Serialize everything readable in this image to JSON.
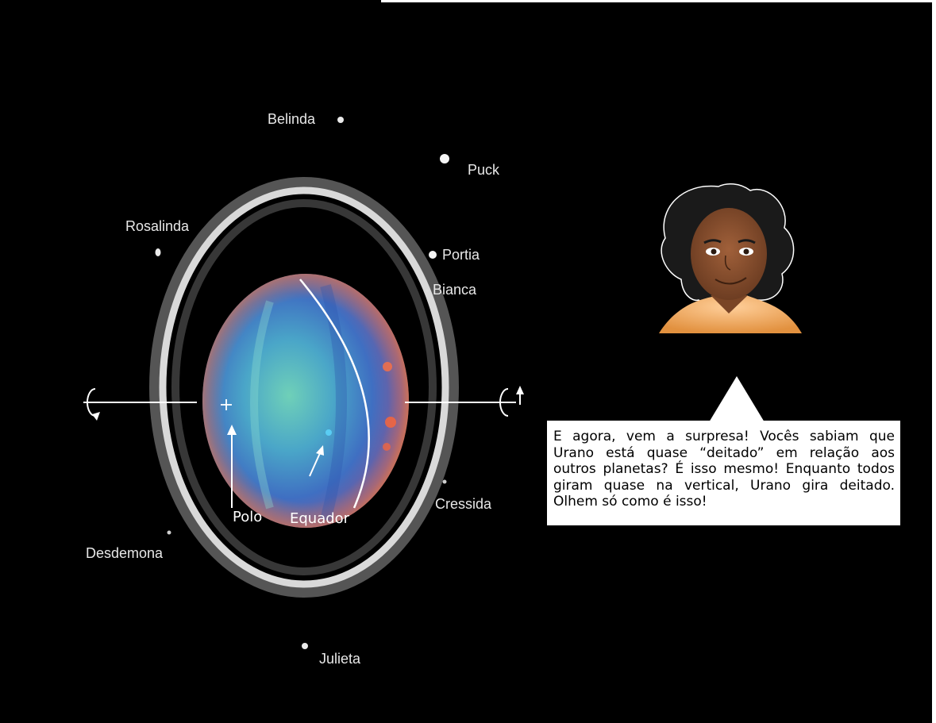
{
  "moons": [
    {
      "name": "Belinda"
    },
    {
      "name": "Puck"
    },
    {
      "name": "Rosalinda"
    },
    {
      "name": "Portia"
    },
    {
      "name": "Bianca"
    },
    {
      "name": "Cressida"
    },
    {
      "name": "Desdemona"
    },
    {
      "name": "Julieta"
    }
  ],
  "annotations": {
    "pole": "Polo",
    "equator": "Equador"
  },
  "speech_bubble": {
    "text": "E agora, vem a surpresa! Vocês sabiam que Urano está quase “deitado” em relação aos outros planetas? É isso mesmo! Enquanto todos giram quase na vertical, Urano  gira deitado. Olhem só como é isso!"
  },
  "colors": {
    "background": "#000000",
    "bubble": "#ffffff",
    "ring": "#cfcfcf"
  }
}
